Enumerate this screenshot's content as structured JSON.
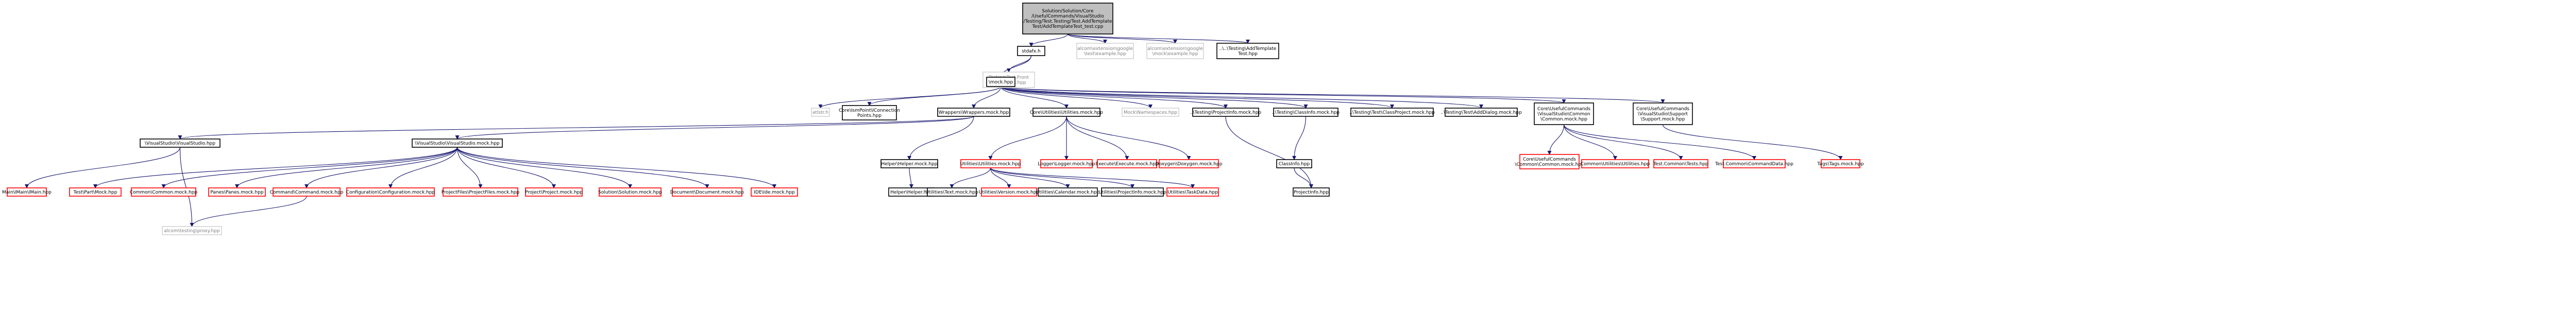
{
  "diagram": {
    "nodes": [
      {
        "id": "root",
        "style": "root",
        "lines": [
          "Solution/Solution/Core",
          "/UsefulCommands/VisualStudio",
          "/Testing/Test.Testing/Test.AddTemplate",
          "Test/AddTemplateTest_test.cpp"
        ]
      },
      {
        "id": "stdafx",
        "style": "normal",
        "lines": [
          "stdafx.h"
        ]
      },
      {
        "id": "gtest",
        "style": "plain",
        "lines": [
          "alcom\\extension\\google",
          "\\test\\example.hpp"
        ]
      },
      {
        "id": "gmock",
        "style": "plain",
        "lines": [
          "alcom\\extension\\google",
          "\\mock\\example.hpp"
        ]
      },
      {
        "id": "addtpl",
        "style": "normal",
        "lines": [
          "..\\..\\Testing\\AddTemplate",
          "Test.hpp"
        ]
      },
      {
        "id": "frontclass",
        "style": "plain",
        "lines": [
          "Testing\\Test.Front",
          "\\Test.Class.hpp"
        ]
      },
      {
        "id": "mock",
        "style": "normal",
        "lines": [
          "\\mock.hpp"
        ]
      },
      {
        "id": "atlstr",
        "style": "plain",
        "lines": [
          "atlstr.h"
        ]
      },
      {
        "id": "connpt",
        "style": "normal",
        "lines": [
          "Core\\IsmPoint\\IConnection",
          "Points.hpp"
        ]
      },
      {
        "id": "wrappers",
        "style": "normal",
        "lines": [
          "Wrappers\\Wrappers.mock.hpp"
        ]
      },
      {
        "id": "coreutil",
        "style": "normal",
        "lines": [
          "Core\\Utilities\\Utilities.mock.hpp"
        ]
      },
      {
        "id": "mocknames",
        "style": "plain",
        "lines": [
          "Mock\\Namespaces.hpp"
        ]
      },
      {
        "id": "projinfo",
        "style": "normal",
        "lines": [
          "..\\Testing\\ProjectInfo.mock.hpp"
        ]
      },
      {
        "id": "classinfo",
        "style": "normal",
        "lines": [
          "..\\Testing\\ClassInfo.mock.hpp"
        ]
      },
      {
        "id": "classproj",
        "style": "normal",
        "lines": [
          "..\\Testing\\Test\\ClassProject.mock.hpp"
        ]
      },
      {
        "id": "adddlg",
        "style": "normal",
        "lines": [
          "..\\Testing\\Test\\AddDialog.mock.hpp"
        ]
      },
      {
        "id": "ucommon",
        "style": "normal",
        "lines": [
          "Core\\UsefulCommands",
          "\\VisualStudio\\Common",
          "\\Common.mock.hpp"
        ]
      },
      {
        "id": "usupport",
        "style": "normal",
        "lines": [
          "Core\\UsefulCommands",
          "\\VisualStudio\\Support",
          "\\Support.mock.hpp"
        ]
      },
      {
        "id": "vshpp",
        "style": "normal",
        "lines": [
          "\\VisualStudio\\VisualStudio.hpp"
        ]
      },
      {
        "id": "vsmock",
        "style": "normal",
        "lines": [
          "\\VisualStudio\\VisualStudio.mock.hpp"
        ]
      },
      {
        "id": "helpermock",
        "style": "normal",
        "lines": [
          "Helper\\Helper.mock.hpp"
        ]
      },
      {
        "id": "utilmock",
        "style": "missing",
        "lines": [
          "Utilities\\Utilities.mock.hpp"
        ]
      },
      {
        "id": "logger",
        "style": "missing",
        "lines": [
          "Logger\\Logger.mock.hpp"
        ]
      },
      {
        "id": "execute",
        "style": "missing",
        "lines": [
          "Execute\\Execute.mock.hpp"
        ]
      },
      {
        "id": "doxygen",
        "style": "missing",
        "lines": [
          "Doxygen\\Doxygen.mock.hpp"
        ]
      },
      {
        "id": "classinfohpp",
        "style": "normal",
        "lines": [
          "ClassInfo.hpp"
        ]
      },
      {
        "id": "cmncommon",
        "style": "missing",
        "lines": [
          "Core\\UsefulCommands",
          "\\Common\\Common.mock.hpp"
        ]
      },
      {
        "id": "cmnutil",
        "style": "missing",
        "lines": [
          "Common\\Utilities\\Utilities.hpp"
        ]
      },
      {
        "id": "testcommon",
        "style": "missing",
        "lines": [
          "Test.Common\\Tests.hpp"
        ]
      },
      {
        "id": "cmddata",
        "style": "missing",
        "lines": [
          "Test.Common\\CommandData.hpp"
        ]
      },
      {
        "id": "tags",
        "style": "missing",
        "lines": [
          "Tags\\Tags.mock.hpp"
        ]
      },
      {
        "id": "mainsvc",
        "style": "missing",
        "lines": [
          "Main\\IMain\\IMain.hpp"
        ]
      },
      {
        "id": "testpart",
        "style": "missing",
        "lines": [
          "Test\\Part\\Mock.hpp"
        ]
      },
      {
        "id": "commonmock",
        "style": "missing",
        "lines": [
          "Common\\Common.mock.hpp"
        ]
      },
      {
        "id": "panes",
        "style": "missing",
        "lines": [
          "Panes\\Panes.mock.hpp"
        ]
      },
      {
        "id": "commandmock",
        "style": "missing",
        "lines": [
          "Command\\Command.mock.hpp"
        ]
      },
      {
        "id": "configmock",
        "style": "missing",
        "lines": [
          "Configuration\\Configuration.mock.hpp"
        ]
      },
      {
        "id": "projfiles",
        "style": "missing",
        "lines": [
          "ProjectFiles\\ProjectFiles.mock.hpp"
        ]
      },
      {
        "id": "projectmock",
        "style": "missing",
        "lines": [
          "Project\\Project.mock.hpp"
        ]
      },
      {
        "id": "solutionmock",
        "style": "missing",
        "lines": [
          "Solution\\Solution.mock.hpp"
        ]
      },
      {
        "id": "documentmock",
        "style": "missing",
        "lines": [
          "Document\\Document.mock.hpp"
        ]
      },
      {
        "id": "idemock",
        "style": "missing",
        "lines": [
          "IDE\\Ide.mock.hpp"
        ]
      },
      {
        "id": "helperh",
        "style": "normal",
        "lines": [
          "Helper\\Helper.hpp"
        ]
      },
      {
        "id": "utiltext",
        "style": "normal",
        "lines": [
          "Utilities\\Text.mock.hpp"
        ]
      },
      {
        "id": "utilversion",
        "style": "missing",
        "lines": [
          "Utilities\\Version.mock.hpp"
        ]
      },
      {
        "id": "utilcal",
        "style": "normal",
        "lines": [
          "Utilities\\Calendar.mock.hpp"
        ]
      },
      {
        "id": "utilproj",
        "style": "normal",
        "lines": [
          "Utilities\\ProjectInfo.mock.hpp"
        ]
      },
      {
        "id": "utiltask",
        "style": "missing",
        "lines": [
          "Utilities\\TaskData.hpp"
        ]
      },
      {
        "id": "projinfohpp",
        "style": "normal",
        "lines": [
          "ProjectInfo.hpp"
        ]
      },
      {
        "id": "proxy",
        "style": "plain",
        "lines": [
          "alcom\\testing\\proxy.hpp"
        ]
      }
    ],
    "edges": [
      [
        "root",
        "stdafx"
      ],
      [
        "root",
        "gtest"
      ],
      [
        "root",
        "gmock"
      ],
      [
        "root",
        "addtpl"
      ],
      [
        "stdafx",
        "frontclass"
      ],
      [
        "stdafx",
        "mock"
      ],
      [
        "mock",
        "atlstr"
      ],
      [
        "mock",
        "connpt"
      ],
      [
        "mock",
        "wrappers"
      ],
      [
        "mock",
        "coreutil"
      ],
      [
        "mock",
        "mocknames"
      ],
      [
        "mock",
        "projinfo"
      ],
      [
        "mock",
        "classinfo"
      ],
      [
        "mock",
        "classproj"
      ],
      [
        "mock",
        "adddlg"
      ],
      [
        "mock",
        "ucommon"
      ],
      [
        "mock",
        "usupport"
      ],
      [
        "wrappers",
        "vshpp"
      ],
      [
        "wrappers",
        "vsmock"
      ],
      [
        "wrappers",
        "helpermock"
      ],
      [
        "coreutil",
        "utilmock"
      ],
      [
        "coreutil",
        "logger"
      ],
      [
        "coreutil",
        "execute"
      ],
      [
        "coreutil",
        "doxygen"
      ],
      [
        "projinfo",
        "projinfohpp"
      ],
      [
        "classinfo",
        "classinfohpp"
      ],
      [
        "classinfohpp",
        "projinfohpp"
      ],
      [
        "ucommon",
        "cmncommon"
      ],
      [
        "ucommon",
        "cmnutil"
      ],
      [
        "ucommon",
        "testcommon"
      ],
      [
        "ucommon",
        "cmddata"
      ],
      [
        "usupport",
        "tags"
      ],
      [
        "vshpp",
        "mainsvc"
      ],
      [
        "vshpp",
        "proxy"
      ],
      [
        "vsmock",
        "testpart"
      ],
      [
        "vsmock",
        "commonmock"
      ],
      [
        "vsmock",
        "panes"
      ],
      [
        "vsmock",
        "commandmock"
      ],
      [
        "vsmock",
        "configmock"
      ],
      [
        "vsmock",
        "projfiles"
      ],
      [
        "vsmock",
        "projectmock"
      ],
      [
        "vsmock",
        "solutionmock"
      ],
      [
        "vsmock",
        "documentmock"
      ],
      [
        "vsmock",
        "idemock"
      ],
      [
        "commandmock",
        "proxy"
      ],
      [
        "helpermock",
        "helperh"
      ],
      [
        "utilmock",
        "utiltext"
      ],
      [
        "utilmock",
        "utilversion"
      ],
      [
        "utilmock",
        "utilcal"
      ],
      [
        "utilmock",
        "utilproj"
      ],
      [
        "utilmock",
        "utiltask"
      ]
    ],
    "colors": {
      "edge": "#191970",
      "root_fill": "#bfbfbf",
      "root_border": "#000000",
      "normal_border": "#000000",
      "plain_border": "#d3d3d3",
      "missing_border": "#ff0000",
      "text": "#000000",
      "plain_text": "#808080"
    }
  }
}
